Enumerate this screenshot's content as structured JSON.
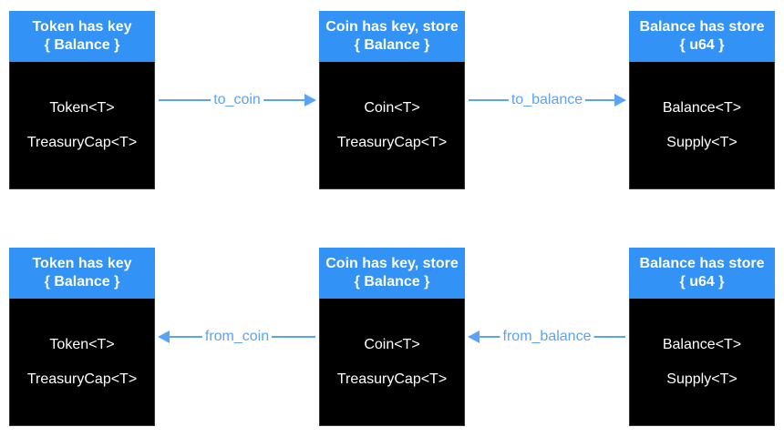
{
  "diagram": {
    "colors": {
      "background": "#ffffff",
      "header_bg": "#3292f6",
      "header_text": "#ffffff",
      "body_bg": "#000000",
      "body_border": "#333333",
      "body_text": "#ffffff",
      "arrow": "#5ba3f5"
    },
    "rows": [
      {
        "boxes": [
          {
            "header_line1": "Token has key",
            "header_line2": "{ Balance }",
            "items": [
              "Token<T>",
              "TreasuryCap<T>"
            ]
          },
          {
            "header_line1": "Coin has key, store",
            "header_line2": "{ Balance }",
            "items": [
              "Coin<T>",
              "TreasuryCap<T>"
            ]
          },
          {
            "header_line1": "Balance has store",
            "header_line2": "{ u64 }",
            "items": [
              "Balance<T>",
              "Supply<T>"
            ]
          }
        ],
        "arrows": [
          {
            "label": "to_coin",
            "direction": "right"
          },
          {
            "label": "to_balance",
            "direction": "right"
          }
        ]
      },
      {
        "boxes": [
          {
            "header_line1": "Token has key",
            "header_line2": "{ Balance }",
            "items": [
              "Token<T>",
              "TreasuryCap<T>"
            ]
          },
          {
            "header_line1": "Coin has key, store",
            "header_line2": "{ Balance }",
            "items": [
              "Coin<T>",
              "TreasuryCap<T>"
            ]
          },
          {
            "header_line1": "Balance has store",
            "header_line2": "{ u64 }",
            "items": [
              "Balance<T>",
              "Supply<T>"
            ]
          }
        ],
        "arrows": [
          {
            "label": "from_coin",
            "direction": "left"
          },
          {
            "label": "from_balance",
            "direction": "left"
          }
        ]
      }
    ]
  }
}
